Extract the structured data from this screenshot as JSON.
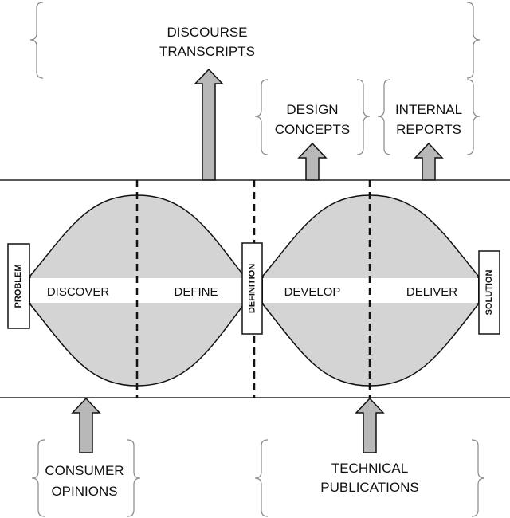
{
  "colors": {
    "shape_fill": "#d4d4d4",
    "arrow_fill": "#b8b8b8",
    "outline": "#111111",
    "brace": "#888888"
  },
  "outputs": {
    "discourse_transcripts": [
      "DISCOURSE",
      "TRANSCRIPTS"
    ],
    "design_concepts": [
      "DESIGN",
      "CONCEPTS"
    ],
    "internal_reports": [
      "INTERNAL",
      "REPORTS"
    ]
  },
  "inputs": {
    "consumer_opinions": [
      "CONSUMER",
      "OPINIONS"
    ],
    "technical_publications": [
      "TECHNICAL",
      "PUBLICATIONS"
    ]
  },
  "phases": {
    "discover": "DISCOVER",
    "define": "DEFINE",
    "develop": "DEVELOP",
    "deliver": "DELIVER"
  },
  "milestones": {
    "problem": "PROBLEM",
    "definition": "DEFINITION",
    "solution": "SOLUTION"
  }
}
